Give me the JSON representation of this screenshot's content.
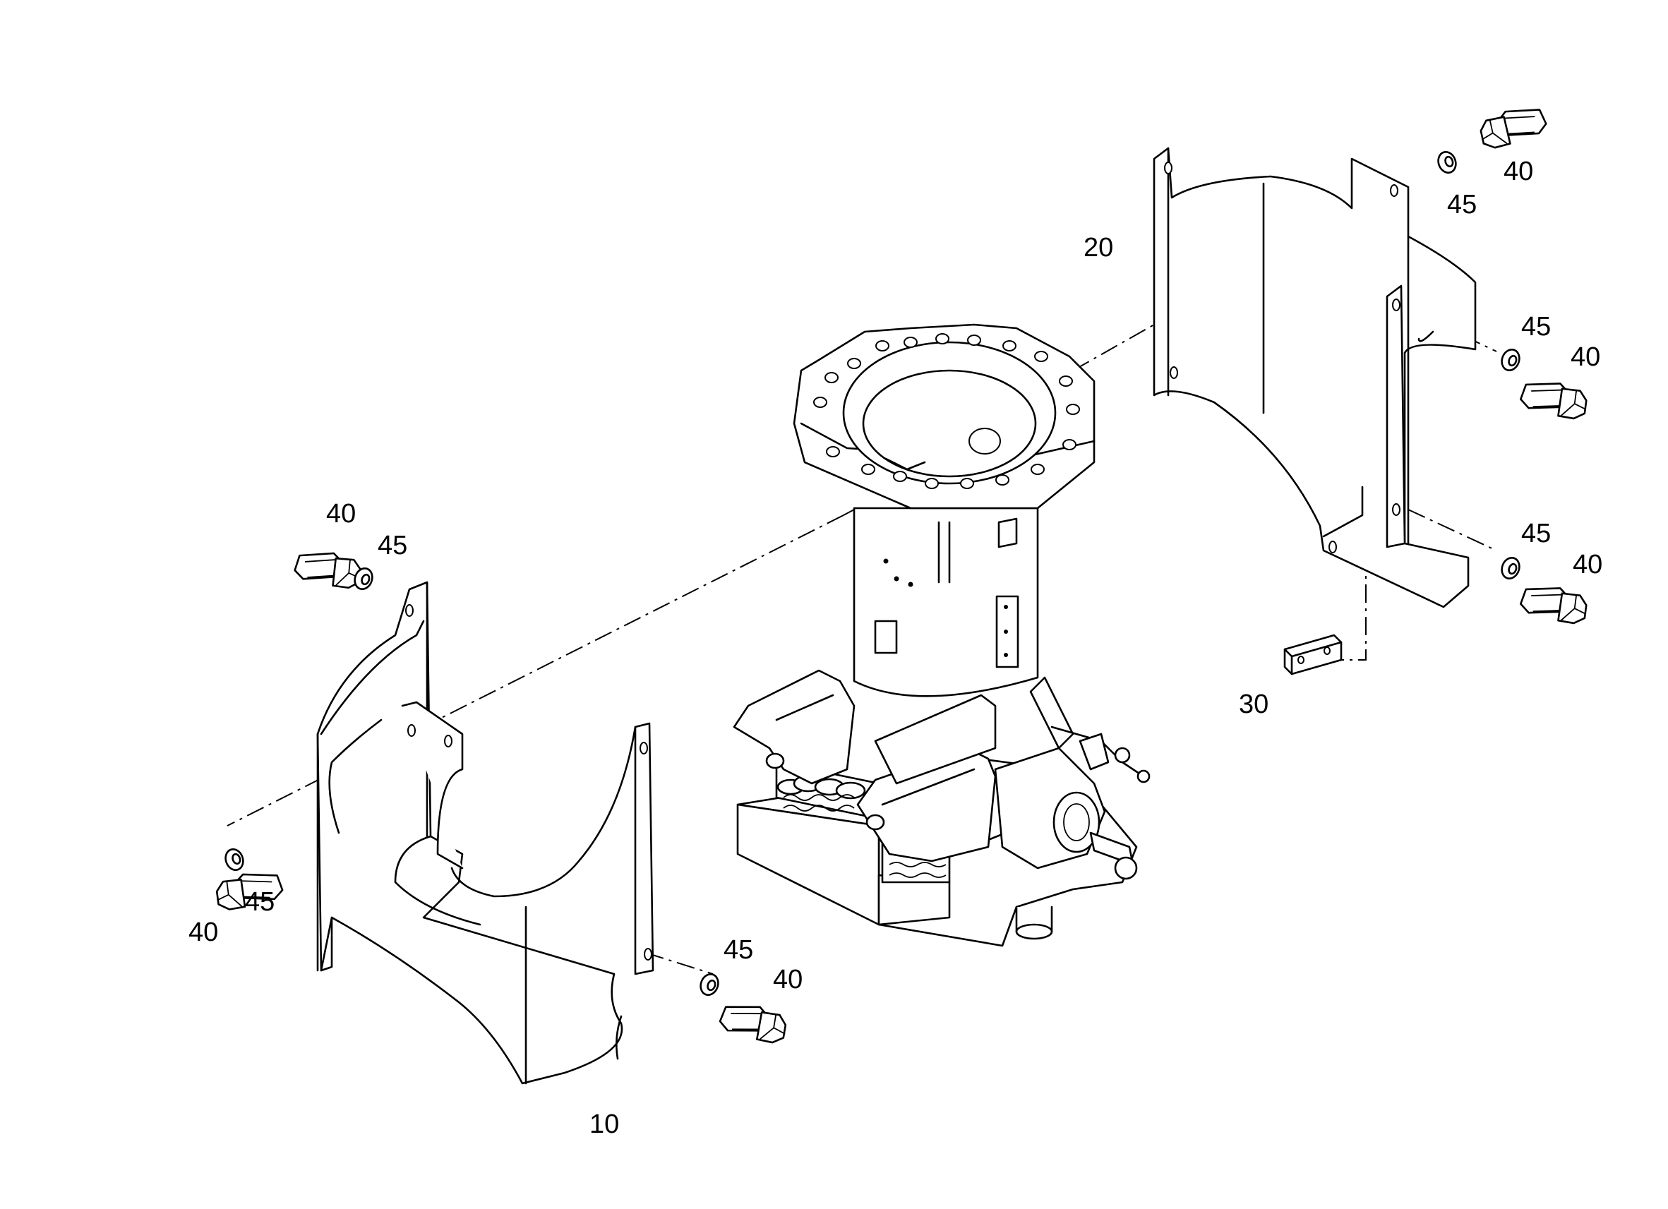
{
  "callouts": {
    "item_10": "10",
    "item_20": "20",
    "item_30": "30",
    "item_40": "40",
    "item_45": "45"
  }
}
